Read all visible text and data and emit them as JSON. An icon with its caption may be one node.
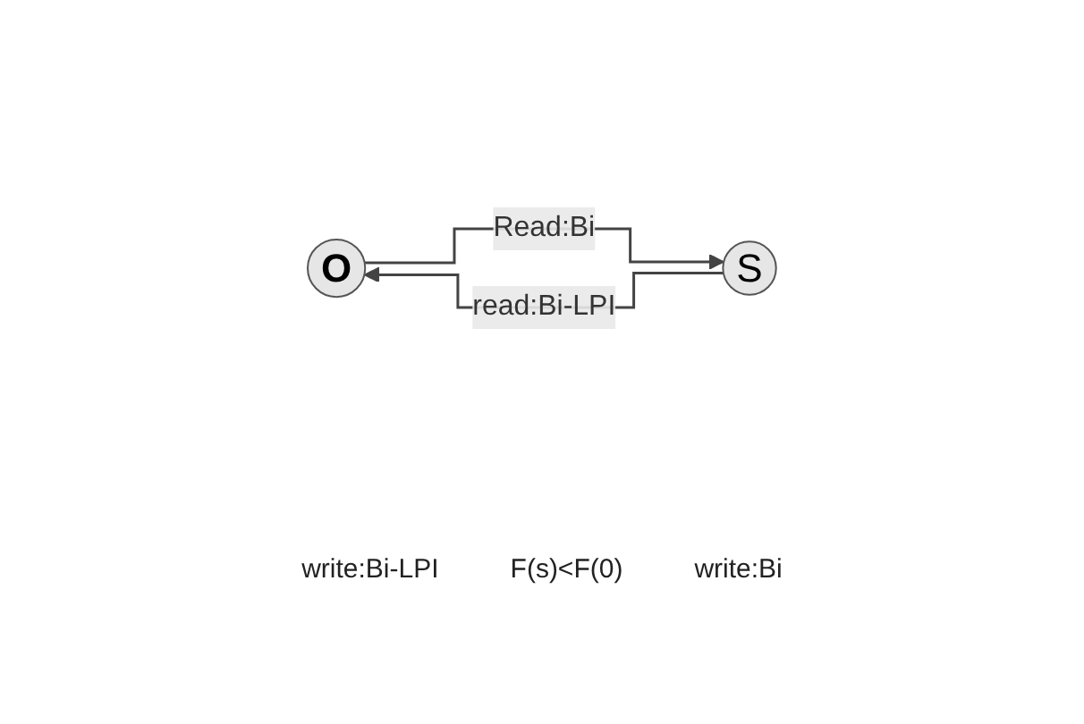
{
  "diagram": {
    "nodes": [
      {
        "text": [
          "O"
        ]
      },
      {
        "text": [
          "S"
        ]
      }
    ],
    "edges": [
      {
        "from": 0,
        "to": 1,
        "arrow": "to",
        "label": "Read:Bi"
      },
      {
        "from": 1,
        "to": 0,
        "arrow": "to",
        "label": "read:Bi-LPI"
      }
    ],
    "labels": [
      "write:Bi-LPI",
      "F(s)<F(0)",
      "write:Bi"
    ]
  }
}
